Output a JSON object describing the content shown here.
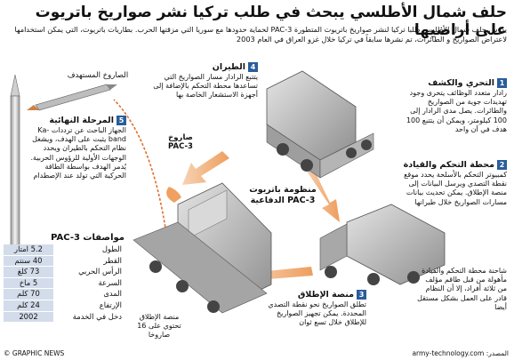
{
  "title": "حلف شمال الأطلسي يبحث في طلب تركيا نشر صواريخ باتريوت على أراضيها",
  "intro": "يدرس حلف شمال الأطلسي طلبا تركيا لنشر صواريخ باتريوت المتطورة PAC-3 لحماية حدودها مع سوريا التي مزقتها الحرب. بطاريات باتريوت، التي يمكن استخدامها لاعتراض الصواريخ و الطائرات، تم نشرها سابقاً في تركيا خلال غزو العراق في العام 2003",
  "sections": [
    {
      "num": "1",
      "heading": "التحري والكشف",
      "body": "رادار متعدد الوظائف يتحرى وجود تهديدات جوية من الصواريخ والطائرات. يصل مدى الرادار إلى 100 كيلومتر، ويمكن أن يتتبع 100 هدف في آن واحد"
    },
    {
      "num": "2",
      "heading": "محطة التحكم والقيادة",
      "body": "كمبيوتر التحكم بالأسلحة يحدد موقع نقطة التصدي ويرسل البيانات إلى منصة الإطلاق. يمكن تحديث بيانات مسارات الصواريخ خلال طيرانها"
    },
    {
      "num": "3",
      "heading": "منصة الإطلاق",
      "body": "تطلق الصواريخ نحو نقطة التصدي المحددة. يمكن تجهيز الصواريخ للإطلاق خلال تسع ثوان"
    },
    {
      "num": "4",
      "heading": "الطيران",
      "body": "يتتبع الرادار مسار الصواريخ التي تساعدها محطة التحكم بالإضافة إلى أجهزة الاستشعار الخاصة بها"
    },
    {
      "num": "5",
      "heading": "المرحلة النهائية",
      "body": "الجهاز الباحث عن ترددات Ka-band يثبت على الهدف، ويشغل نظام التحكم بالطيران ويحدد الوجهات الأولية للرؤوس الحربية. يُدمر الهدف بواسطة الطاقة الحركية التي تولد عند الإصطدام"
    }
  ],
  "labels": {
    "target_missile": "الصاروخ المستهدف",
    "pac3_missile_line1": "صاروخ",
    "pac3_missile_line2": "PAC-3",
    "system_line1": "منظومة باتريوت",
    "system_line2": "PAC-3 الدفاعية",
    "launcher_note": "منصة الإطلاق تحتوي على 16 صاروخا",
    "control_note": "شاحنة محطة التحكم والقيادة مأهولة من قبل طاقم مؤلف من ثلاثة أفراد، إلا أن النظام قادر على العمل بشكل مستقل أيضا"
  },
  "specs": {
    "heading": "مواصفات PAC-3",
    "rows": [
      {
        "key": "الطول",
        "value": "5.2 امتار"
      },
      {
        "key": "القطر",
        "value": "40 سنتم"
      },
      {
        "key": "الرأس الحربي",
        "value": "73 كلغ"
      },
      {
        "key": "السرعة",
        "value": "5 ماخ"
      },
      {
        "key": "المدى",
        "value": "70 كلم"
      },
      {
        "key": "الإرتفاع",
        "value": "24 كلم"
      },
      {
        "key": "دخل في الخدمة",
        "value": "2002"
      }
    ]
  },
  "footer": {
    "credit": "© GRAPHIC NEWS",
    "source": "المصدر: army-technology.com"
  },
  "colors": {
    "badge": "#2a5d9b",
    "spec_fill": "#d3dcea",
    "vehicle": "#b9b9b9",
    "arrow": "#f1b98a",
    "flash": "#f0a060"
  }
}
